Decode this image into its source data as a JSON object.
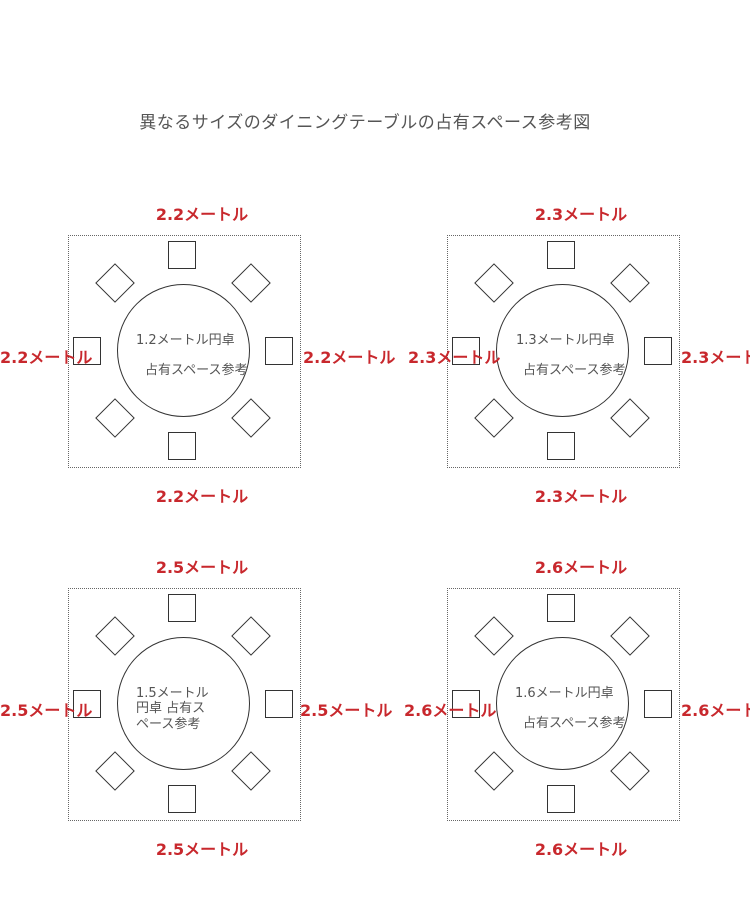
{
  "title": "異なるサイズのダイニングテーブルの占有スペース参考図",
  "colors": {
    "dimension": "#c8282d",
    "text": "#555555",
    "outline": "#333333"
  },
  "tables": [
    {
      "dimension": "2.2メートル",
      "label_line1": "1.2メートル円卓",
      "label_line2": "占有スペース参考"
    },
    {
      "dimension": "2.3メートル",
      "label_line1": "1.3メートル円卓",
      "label_line2": "占有スペース参考"
    },
    {
      "dimension": "2.5メートル",
      "label_line1": "1.5メートル",
      "label_line2": "円卓 占有ス",
      "label_line3": "ペース参考"
    },
    {
      "dimension": "2.6メートル",
      "label_line1": "1.6メートル円卓",
      "label_line2": "占有スペース参考"
    }
  ]
}
